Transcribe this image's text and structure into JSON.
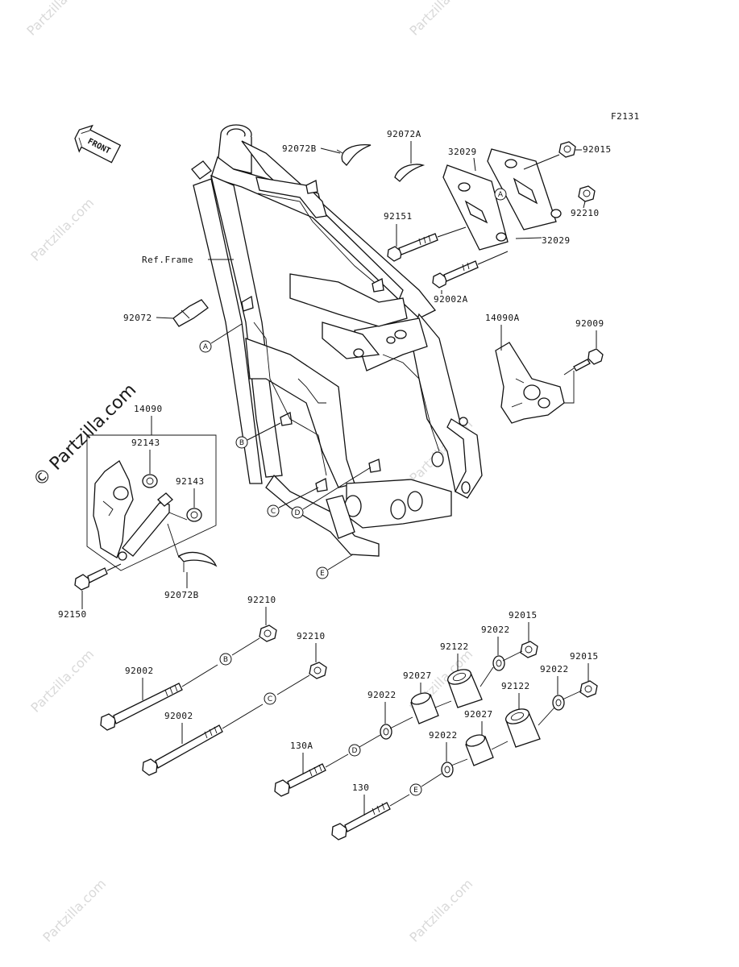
{
  "figure_code": "F2131",
  "front_label": "FRONT",
  "ref_frame": "Ref.Frame",
  "watermark": "© Partzilla.com",
  "watermark_small": "Partzilla.com",
  "labels": {
    "p92072B_top": "92072B",
    "p92072A": "92072A",
    "p32029_top": "32029",
    "p92015_top": "92015",
    "p92151": "92151",
    "p92210_top": "92210",
    "p32029_bot": "32029",
    "p92002A": "92002A",
    "p92072": "92072",
    "p14090A": "14090A",
    "p92009": "92009",
    "p14090": "14090",
    "p92143_a": "92143",
    "p92143_b": "92143",
    "p92150": "92150",
    "p92072B_bot": "92072B",
    "p92210_a": "92210",
    "p92210_b": "92210",
    "p92002_a": "92002",
    "p92002_b": "92002",
    "p92015_a": "92015",
    "p92022_a": "92022",
    "p92122_a": "92122",
    "p92015_b": "92015",
    "p92022_b": "92022",
    "p92027_a": "92027",
    "p92122_b": "92122",
    "p92022_c": "92022",
    "p92027_b": "92027",
    "p92022_d": "92022",
    "p130A": "130A",
    "p130": "130"
  },
  "callouts": {
    "A": "A",
    "B": "B",
    "C": "C",
    "D": "D",
    "E": "E"
  }
}
